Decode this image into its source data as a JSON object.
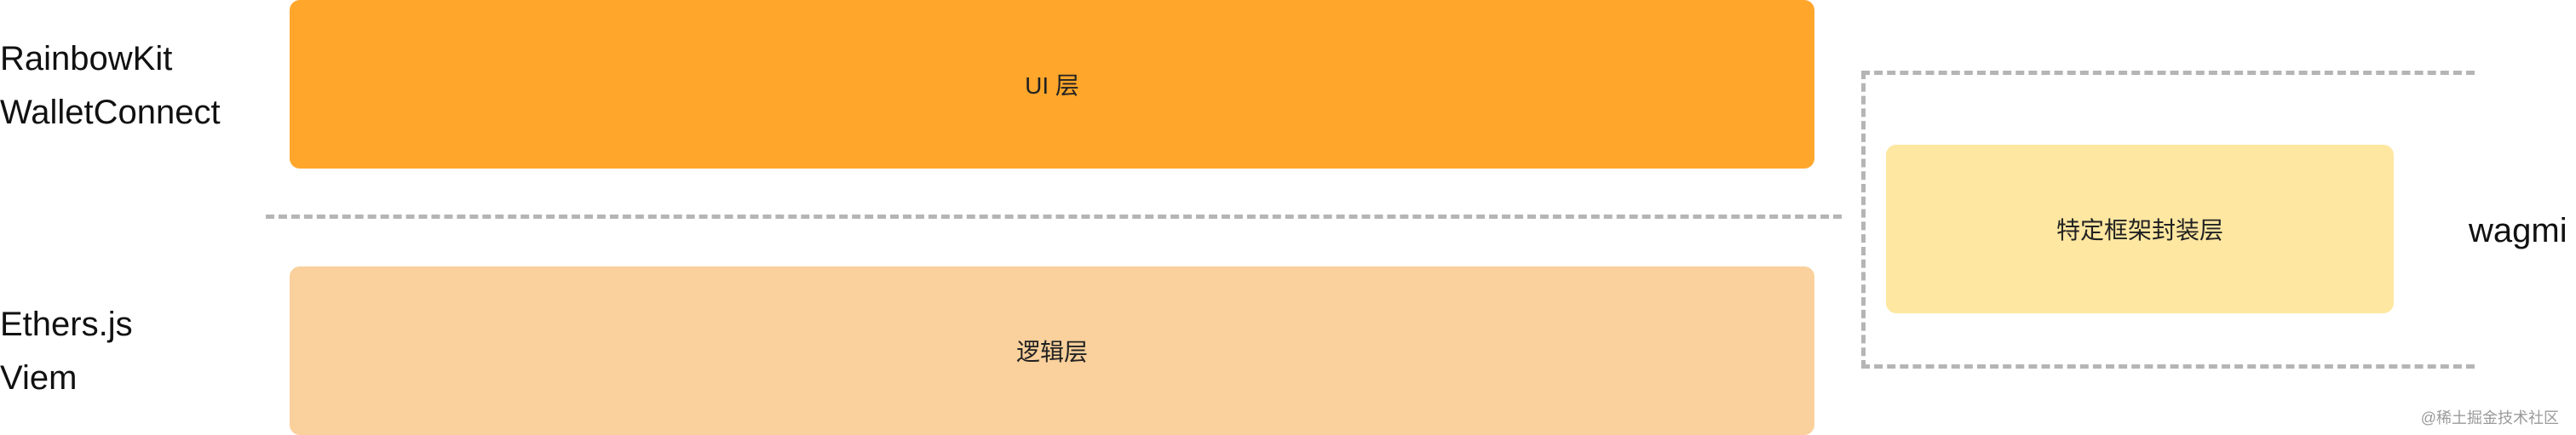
{
  "labels": {
    "ui_libraries": [
      "RainbowKit",
      "WalletConnect"
    ],
    "logic_libraries": [
      "Ethers.js",
      "Viem"
    ],
    "framework_library": "wagmi"
  },
  "layers": {
    "ui": "UI 层",
    "logic": "逻辑层",
    "framework": "特定框架封装层"
  },
  "watermark": "@稀土掘金技术社区",
  "colors": {
    "ui_layer": "#FFA62B",
    "logic_layer": "#FAD09C",
    "framework_layer": "#FEE7A1",
    "dashed_line": "#B5B5B5"
  }
}
